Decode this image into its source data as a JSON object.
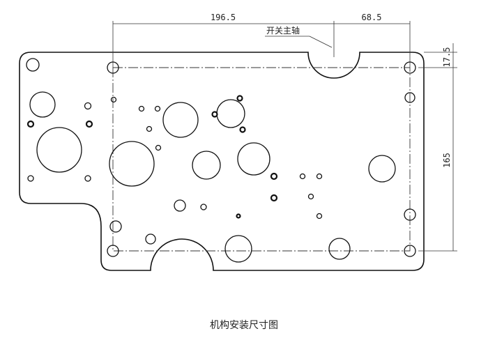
{
  "drawing": {
    "dimensions": {
      "horizontal_left": "196.5",
      "horizontal_right": "68.5",
      "vertical_top": "17.5",
      "vertical_right": "165"
    },
    "callout_label": "开关主轴",
    "caption": "机构安装尺寸图"
  }
}
